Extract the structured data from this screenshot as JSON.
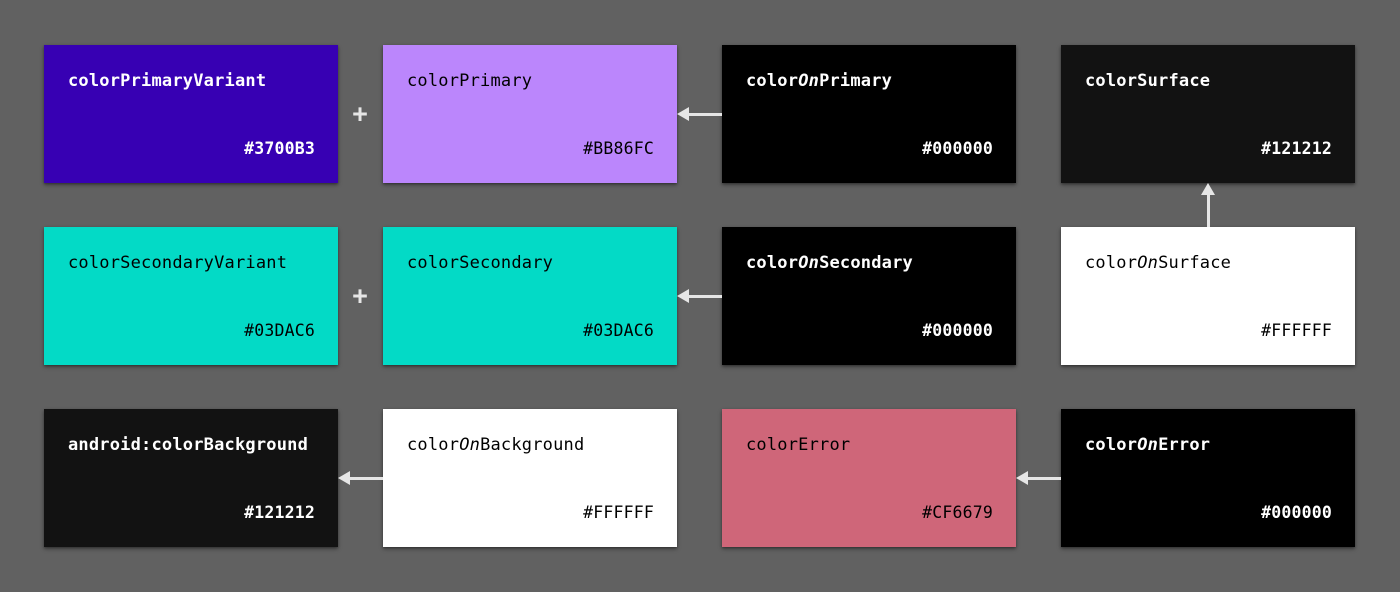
{
  "canvas": {
    "background": "#616161",
    "connector_color": "#E6E6E6"
  },
  "cards": [
    {
      "label_pre": "colorPrimaryVariant",
      "label_italic": "",
      "label_post": "",
      "hex": "#3700B3",
      "bg": "#3700B3",
      "fg": "#FFFFFF",
      "text_style": "bold"
    },
    {
      "label_pre": "colorPrimary",
      "label_italic": "",
      "label_post": "",
      "hex": "#BB86FC",
      "bg": "#BB86FC",
      "fg": "#000000",
      "text_style": "regular"
    },
    {
      "label_pre": "color",
      "label_italic": "On",
      "label_post": "Primary",
      "hex": "#000000",
      "bg": "#000000",
      "fg": "#FFFFFF",
      "text_style": "bold"
    },
    {
      "label_pre": "colorSurface",
      "label_italic": "",
      "label_post": "",
      "hex": "#121212",
      "bg": "#121212",
      "fg": "#FFFFFF",
      "text_style": "bold"
    },
    {
      "label_pre": "colorSecondaryVariant",
      "label_italic": "",
      "label_post": "",
      "hex": "#03DAC6",
      "bg": "#03DAC6",
      "fg": "#000000",
      "text_style": "regular"
    },
    {
      "label_pre": "colorSecondary",
      "label_italic": "",
      "label_post": "",
      "hex": "#03DAC6",
      "bg": "#03DAC6",
      "fg": "#000000",
      "text_style": "regular"
    },
    {
      "label_pre": "color",
      "label_italic": "On",
      "label_post": "Secondary",
      "hex": "#000000",
      "bg": "#000000",
      "fg": "#FFFFFF",
      "text_style": "bold"
    },
    {
      "label_pre": "color",
      "label_italic": "On",
      "label_post": "Surface",
      "hex": "#FFFFFF",
      "bg": "#FFFFFF",
      "fg": "#000000",
      "text_style": "regular"
    },
    {
      "label_pre": "android:colorBackground",
      "label_italic": "",
      "label_post": "",
      "hex": "#121212",
      "bg": "#121212",
      "fg": "#FFFFFF",
      "text_style": "bold"
    },
    {
      "label_pre": "color",
      "label_italic": "On",
      "label_post": "Background",
      "hex": "#FFFFFF",
      "bg": "#FFFFFF",
      "fg": "#000000",
      "text_style": "regular"
    },
    {
      "label_pre": "colorError",
      "label_italic": "",
      "label_post": "",
      "hex": "#CF6679",
      "bg": "#CF6679",
      "fg": "#000000",
      "text_style": "regular"
    },
    {
      "label_pre": "color",
      "label_italic": "On",
      "label_post": "Error",
      "hex": "#000000",
      "bg": "#000000",
      "fg": "#FFFFFF",
      "text_style": "bold"
    }
  ],
  "decorations": {
    "plus_sign": "+",
    "arrows": [
      {
        "type": "left",
        "from": "colorOnPrimary",
        "to": "colorPrimary"
      },
      {
        "type": "left",
        "from": "colorOnSecondary",
        "to": "colorSecondary"
      },
      {
        "type": "up",
        "from": "colorOnSurface",
        "to": "colorSurface"
      },
      {
        "type": "left",
        "from": "colorOnBackground",
        "to": "android:colorBackground"
      },
      {
        "type": "left",
        "from": "colorOnError",
        "to": "colorError"
      }
    ]
  }
}
